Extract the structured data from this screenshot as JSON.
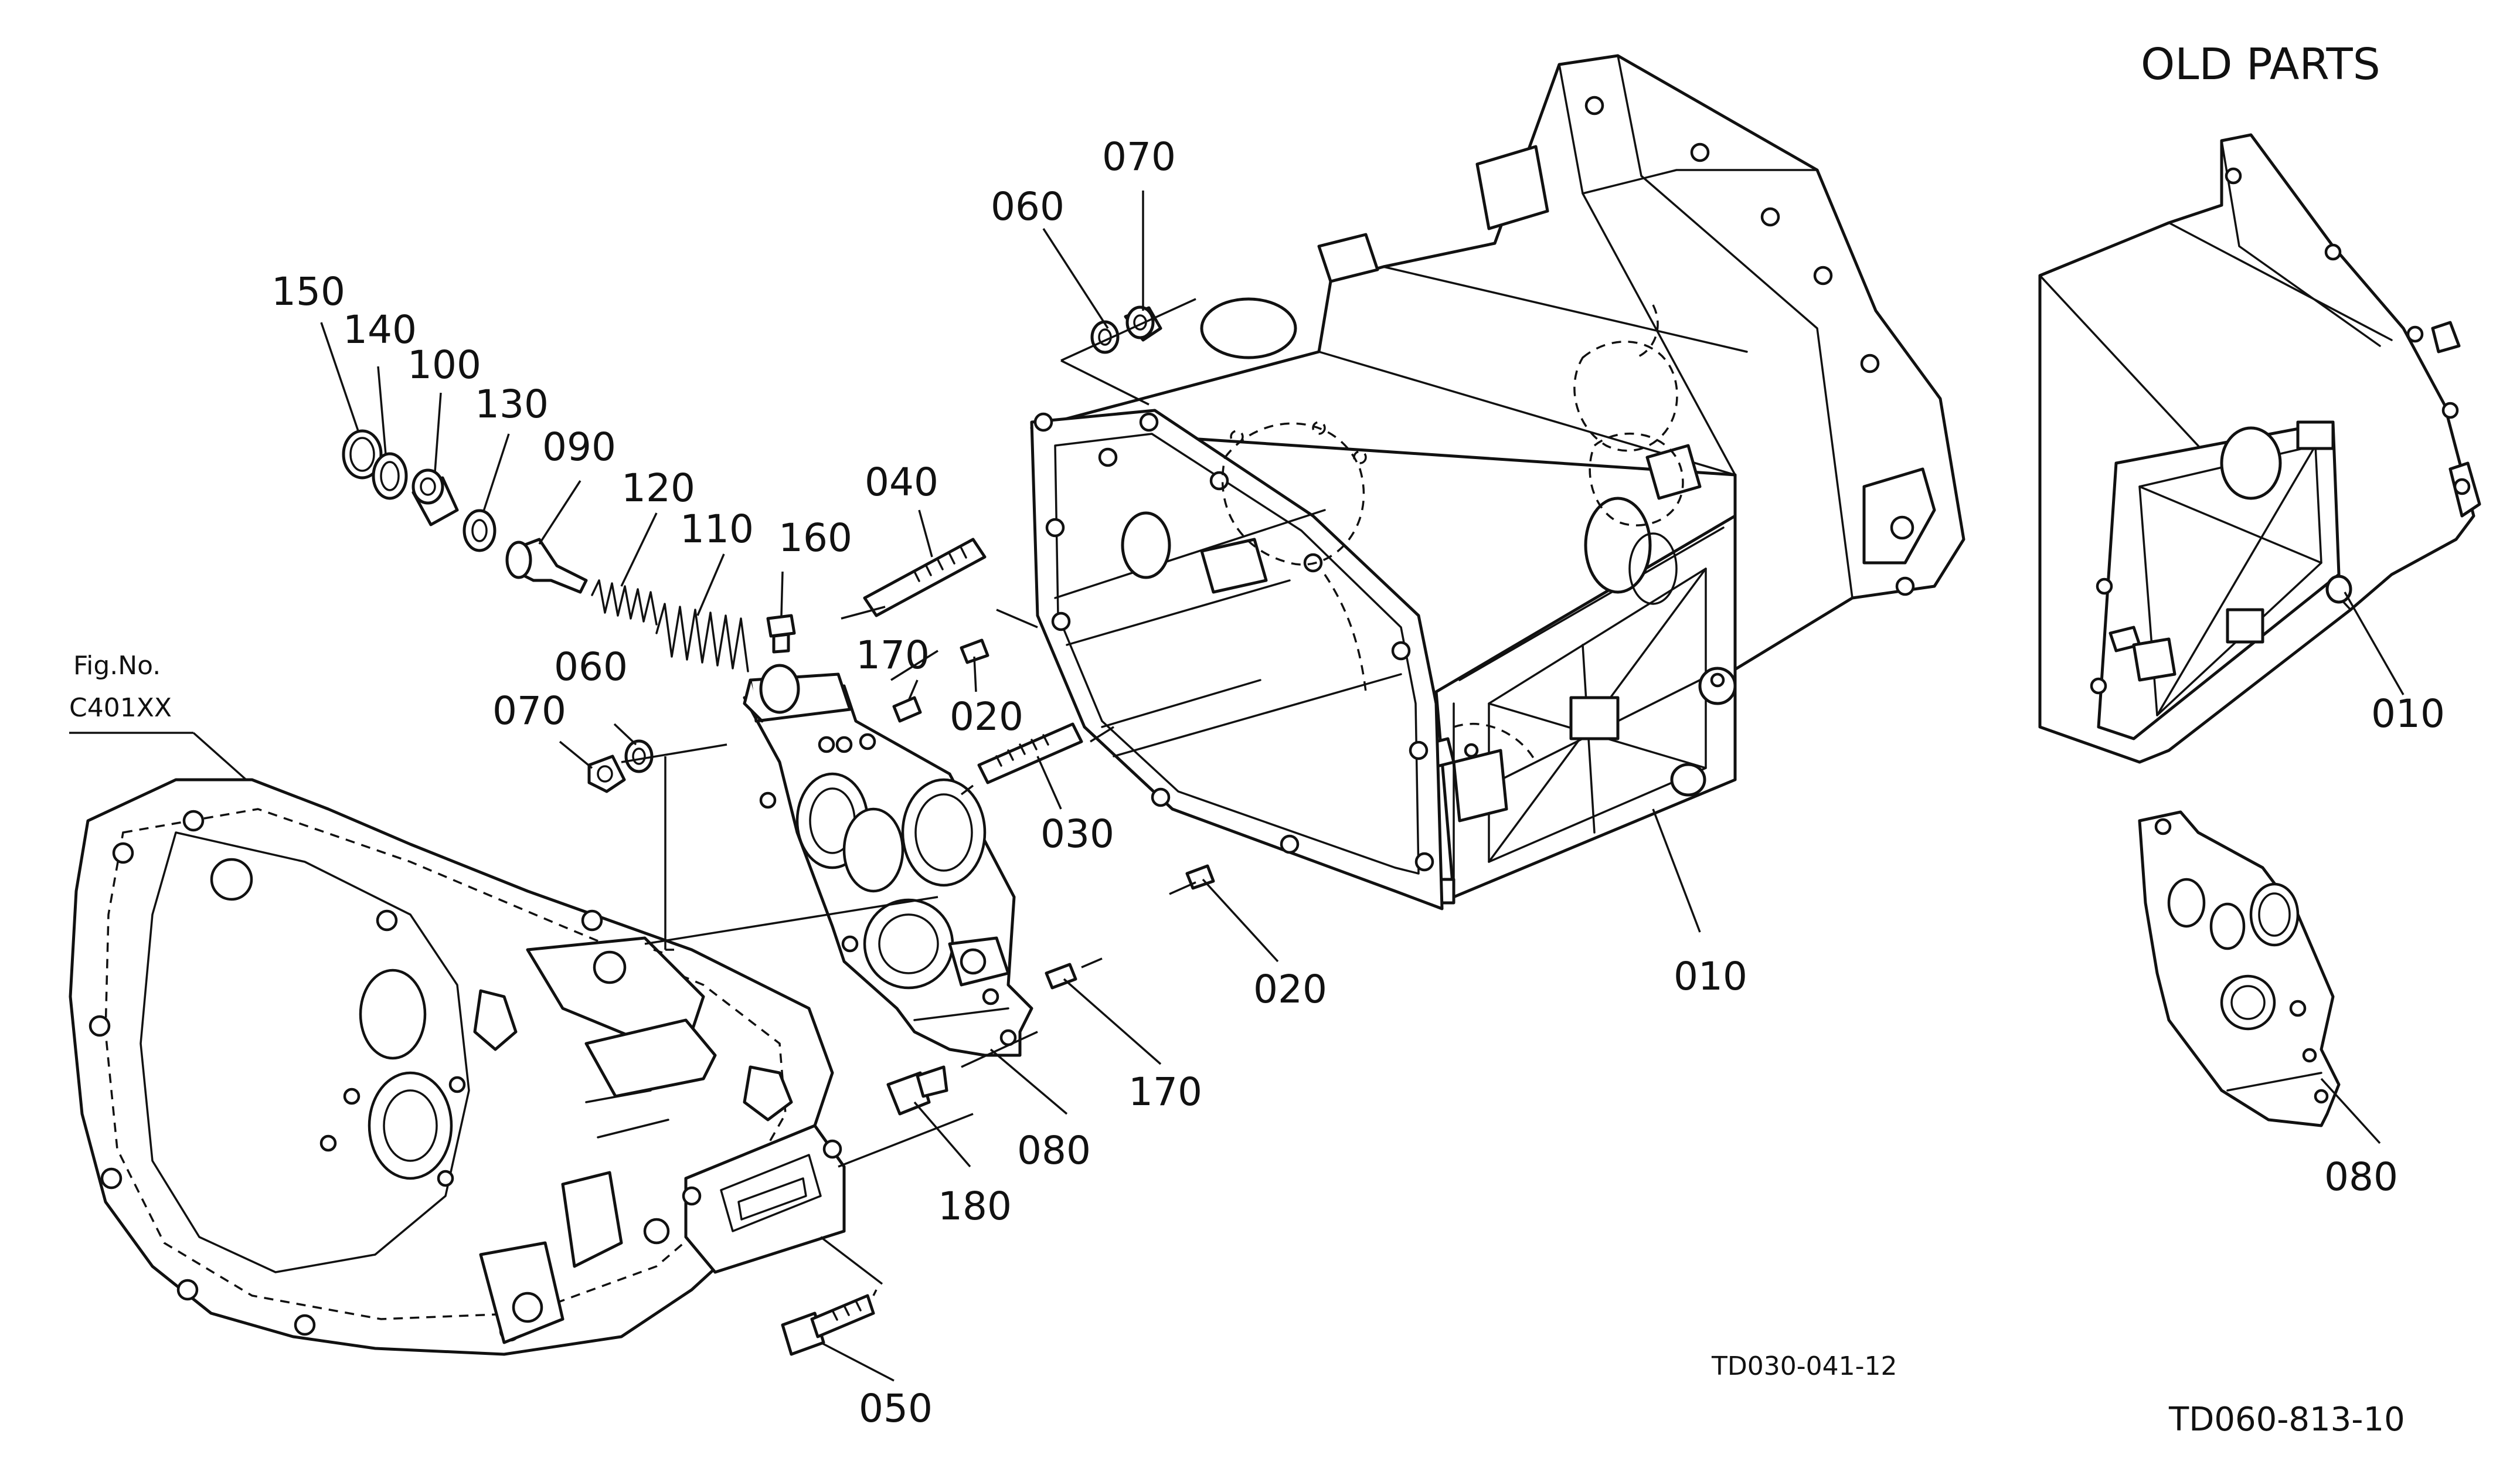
{
  "header": {
    "old_parts_title": "OLD PARTS"
  },
  "figure_ref": {
    "line1": "Fig.No.",
    "line2": "C401XX"
  },
  "callouts": {
    "c150": "150",
    "c140": "140",
    "c100": "100",
    "c130": "130",
    "c090": "090",
    "c120": "120",
    "c110": "110",
    "c160": "160",
    "c060_top": "060",
    "c070_top": "070",
    "c060_left": "060",
    "c070_left": "070",
    "c040": "040",
    "c170_upper": "170",
    "c020_upper": "020",
    "c030": "030",
    "c020_lower": "020",
    "c170_lower": "170",
    "c080": "080",
    "c180": "180",
    "c050": "050",
    "c010": "010",
    "c010_old": "010",
    "c080_old": "080"
  },
  "drawing_codes": {
    "inner": "TD030-041-12",
    "outer": "TD060-813-10"
  }
}
